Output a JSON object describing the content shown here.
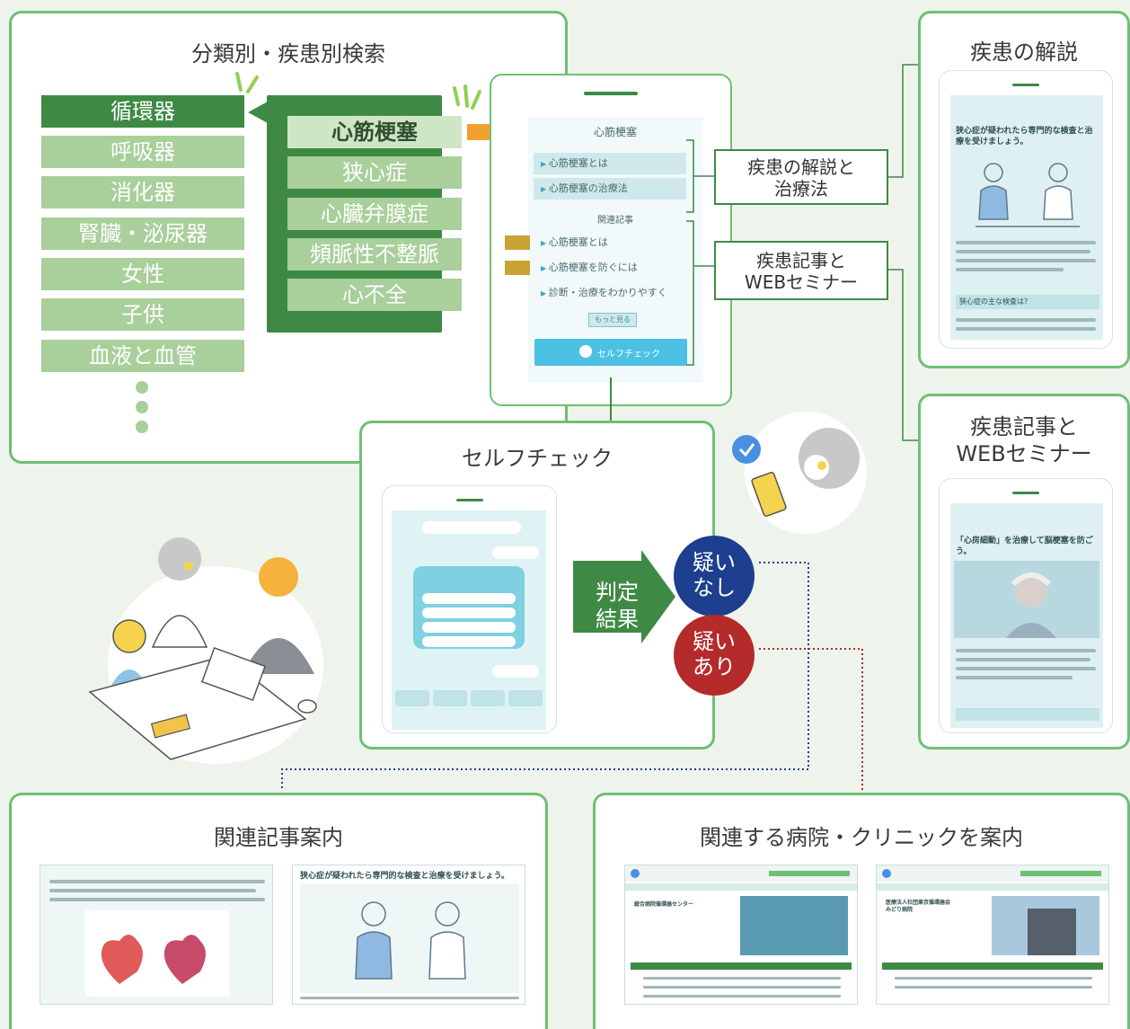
{
  "search": {
    "title": "分類別・疾患別検索",
    "categories": [
      "循環器",
      "呼吸器",
      "消化器",
      "腎臓・泌尿器",
      "女性",
      "子供",
      "血液と血管"
    ],
    "diseases": [
      "心筋梗塞",
      "狭心症",
      "心臓弁膜症",
      "頻脈性不整脈",
      "心不全"
    ]
  },
  "phone": {
    "heading": "心筋梗塞",
    "links": [
      "心筋梗塞とは",
      "心筋梗塞の治療法"
    ],
    "related_heading": "関連記事",
    "related": [
      "心筋梗塞とは",
      "心筋梗塞を防ぐには",
      "診断・治療をわかりやすく"
    ],
    "more": "もっと見る",
    "selfcheck_button": "セルフチェック"
  },
  "labels": {
    "explain_treatment": "疾患の解説と\n治療法",
    "articles_webinar": "疾患記事と\nWEBセミナー"
  },
  "right": {
    "explain_title": "疾患の解説",
    "explain_article_title": "狭心症が疑われたら専門的な検査と治療を受けましょう。",
    "explain_subhead": "狭心症の主な検査は?",
    "articles_title": "疾患記事と\nWEBセミナー",
    "articles_article_title": "「心房細動」を治療して脳梗塞を防ごう。"
  },
  "selfcheck": {
    "title": "セルフチェック",
    "result": "判定\n結果",
    "no_suspicion": "疑い\nなし",
    "suspicion": "疑い\nあり"
  },
  "bottom": {
    "related_articles_title": "関連記事案内",
    "article_headline": "狭心症が疑われたら専門的な検査と治療を受けましょう。",
    "hospitals_title": "関連する病院・クリニックを案内",
    "hospital1": "総合病院循環器センター",
    "hospital2": "医療法人社団東京循環器会\nみどり病院"
  },
  "colors": {
    "green_dark": "#3e8a45",
    "green_light": "#a9cf9b",
    "panel_border": "#6fbf73",
    "no_suspicion": "#1e3f8f",
    "suspicion": "#b52a2a",
    "arrow": "#f0a030"
  }
}
